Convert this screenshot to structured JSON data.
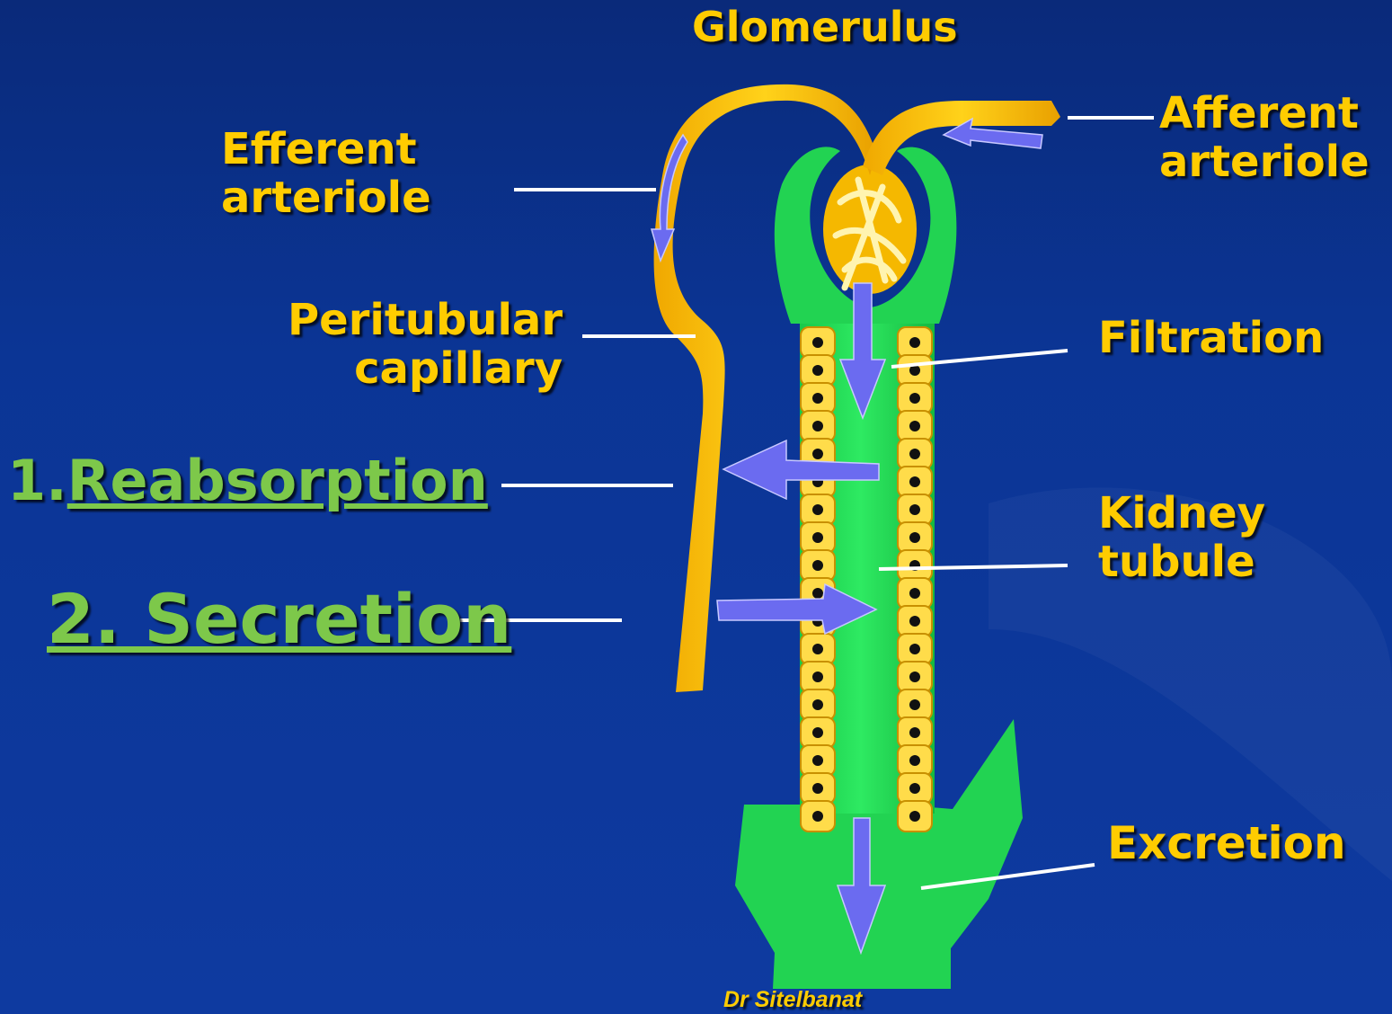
{
  "labels": {
    "glomerulus": "Glomerulus",
    "efferent": [
      "Efferent",
      "arteriole"
    ],
    "afferent": [
      "Afferent",
      "arteriole"
    ],
    "peritubular": [
      "Peritubular",
      "capillary"
    ],
    "filtration": "Filtration",
    "kidney_tubule": [
      "Kidney",
      "tubule"
    ],
    "excretion": "Excretion",
    "reabsorption_num": "1.",
    "reabsorption": "Reabsorption",
    "secretion": "2. Secretion",
    "credit": "Dr Sitelbanat"
  },
  "colors": {
    "background": "#0b3595",
    "label": "#ffcc00",
    "process_label": "#7dc84a",
    "vessel": "#f5b800",
    "tubule": "#1fdc57",
    "arrow": "#6b6bf0"
  }
}
